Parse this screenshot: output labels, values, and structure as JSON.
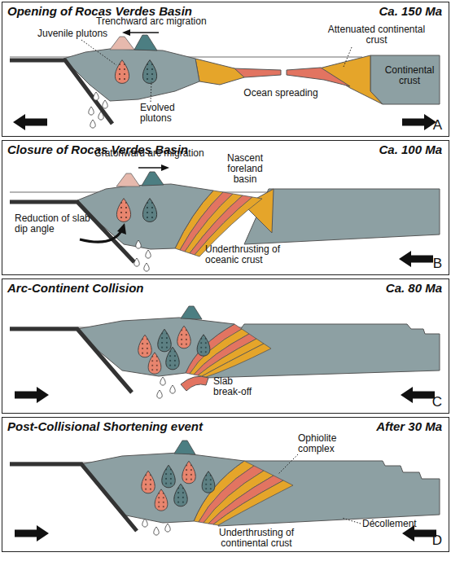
{
  "diagram": {
    "nodes": [
      {
        "text": [
          "Opening of Rocas Verdes Basin",
          "Ca. 150 Ma",
          "A"
        ]
      },
      {
        "text": [
          "Closure of Rocas Verdes Basin",
          "Ca. 100 Ma",
          "B"
        ]
      },
      {
        "text": [
          "Arc-Continent Collision",
          "Ca. 80 Ma",
          "C"
        ]
      },
      {
        "text": [
          "Post-Collisional Shortening event",
          "After 30 Ma",
          "D"
        ]
      }
    ],
    "labels": [
      "Trenchward arc migration",
      "Juvenile plutons",
      "Attenuated continental crust",
      "Continental crust",
      "Evolved plutons",
      "Ocean spreading",
      "Cratonward arc migration",
      "Nascent foreland basin",
      "Reduction of slab dip angle",
      "Underthrusting of oceanic crust",
      "Slab break-off",
      "Ophiolite complex",
      "Décollement",
      "Underthrusting of continental crust"
    ]
  }
}
